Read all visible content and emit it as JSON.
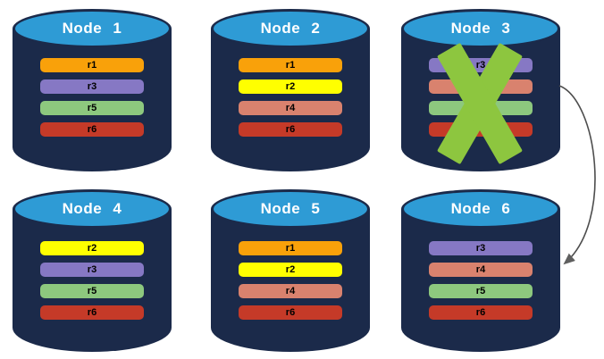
{
  "colors": {
    "cylinder_body": "#1B2A4A",
    "cylinder_top": "#2E9BD5",
    "failure_cross": "#8DC63F",
    "arrow": "#4D4D4D",
    "replica_r1": "#F9A10A",
    "replica_r2": "#FFFF00",
    "replica_r3": "#8678C4",
    "replica_r4": "#D9826E",
    "replica_r5": "#8DC87E",
    "replica_r6": "#C53A28"
  },
  "nodes": [
    {
      "label": "Node 1",
      "replicas": [
        {
          "name": "r1",
          "color": "#F9A10A"
        },
        {
          "name": "r3",
          "color": "#8678C4"
        },
        {
          "name": "r5",
          "color": "#8DC87E"
        },
        {
          "name": "r6",
          "color": "#C53A28"
        }
      ]
    },
    {
      "label": "Node 2",
      "replicas": [
        {
          "name": "r1",
          "color": "#F9A10A"
        },
        {
          "name": "r2",
          "color": "#FFFF00"
        },
        {
          "name": "r4",
          "color": "#D9826E"
        },
        {
          "name": "r6",
          "color": "#C53A28"
        }
      ]
    },
    {
      "label": "Node 3",
      "failed": true,
      "replicas": [
        {
          "name": "r3",
          "color": "#8678C4"
        },
        {
          "name": "r4",
          "color": "#D9826E"
        },
        {
          "name": "r5",
          "color": "#8DC87E"
        },
        {
          "name": "r6",
          "color": "#C53A28"
        }
      ]
    },
    {
      "label": "Node 4",
      "replicas": [
        {
          "name": "r2",
          "color": "#FFFF00"
        },
        {
          "name": "r3",
          "color": "#8678C4"
        },
        {
          "name": "r5",
          "color": "#8DC87E"
        },
        {
          "name": "r6",
          "color": "#C53A28"
        }
      ]
    },
    {
      "label": "Node 5",
      "replicas": [
        {
          "name": "r1",
          "color": "#F9A10A"
        },
        {
          "name": "r2",
          "color": "#FFFF00"
        },
        {
          "name": "r4",
          "color": "#D9826E"
        },
        {
          "name": "r6",
          "color": "#C53A28"
        }
      ]
    },
    {
      "label": "Node 6",
      "replicas": [
        {
          "name": "r3",
          "color": "#8678C4"
        },
        {
          "name": "r4",
          "color": "#D9826E"
        },
        {
          "name": "r5",
          "color": "#8DC87E"
        },
        {
          "name": "r6",
          "color": "#C53A28"
        }
      ]
    }
  ],
  "annotations": {
    "failure_cross_on": "Node 3",
    "arrow_from": "Node 3",
    "arrow_to": "Node 6"
  }
}
